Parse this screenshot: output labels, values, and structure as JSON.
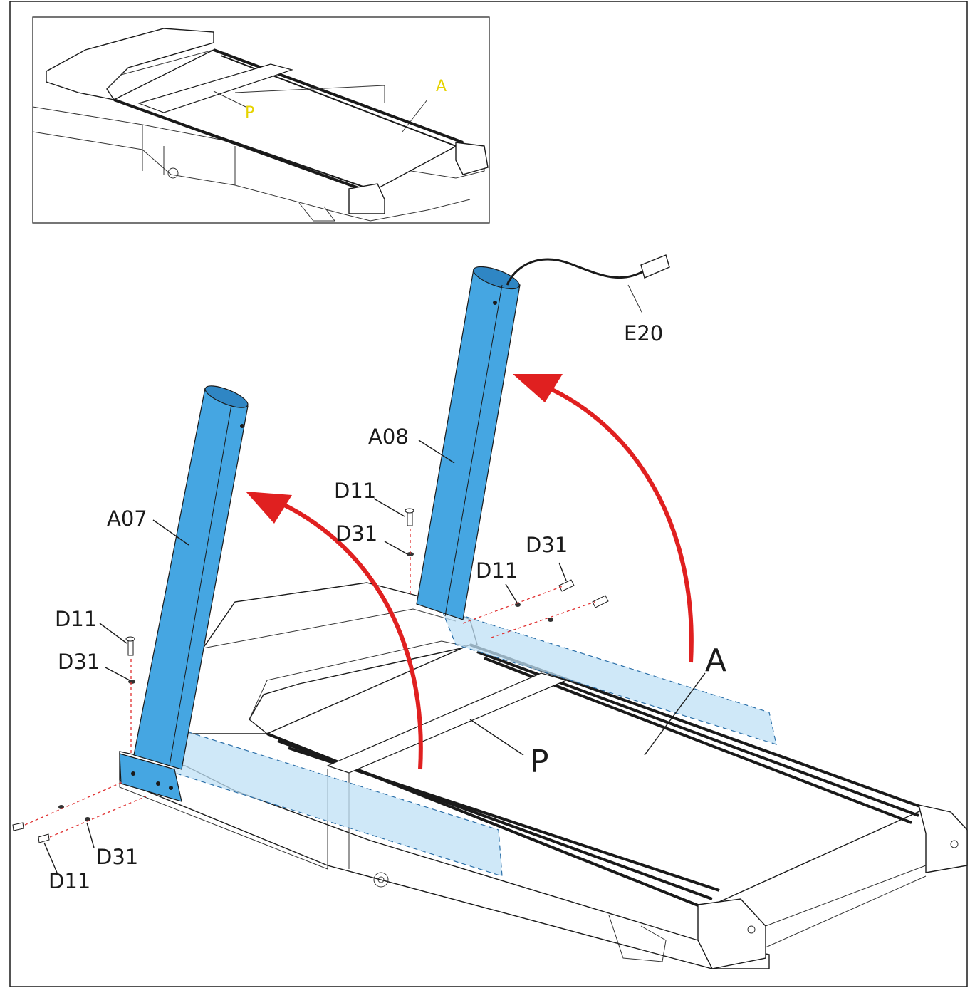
{
  "inset": {
    "labels": {
      "a": "A",
      "p": "P"
    }
  },
  "labels": {
    "a07": "A07",
    "a08": "A08",
    "e20": "E20",
    "a": "A",
    "p": "P",
    "d11_top_left": "D11",
    "d31_top_left": "D31",
    "d11_top_mid": "D11",
    "d31_top_mid": "D31",
    "d11_right": "D11",
    "d31_right": "D31",
    "d31_bottom": "D31",
    "d11_bottom": "D11"
  },
  "colors": {
    "upright": "#45a6e2",
    "arrow": "#e02020",
    "inset_label": "#e6d300"
  }
}
